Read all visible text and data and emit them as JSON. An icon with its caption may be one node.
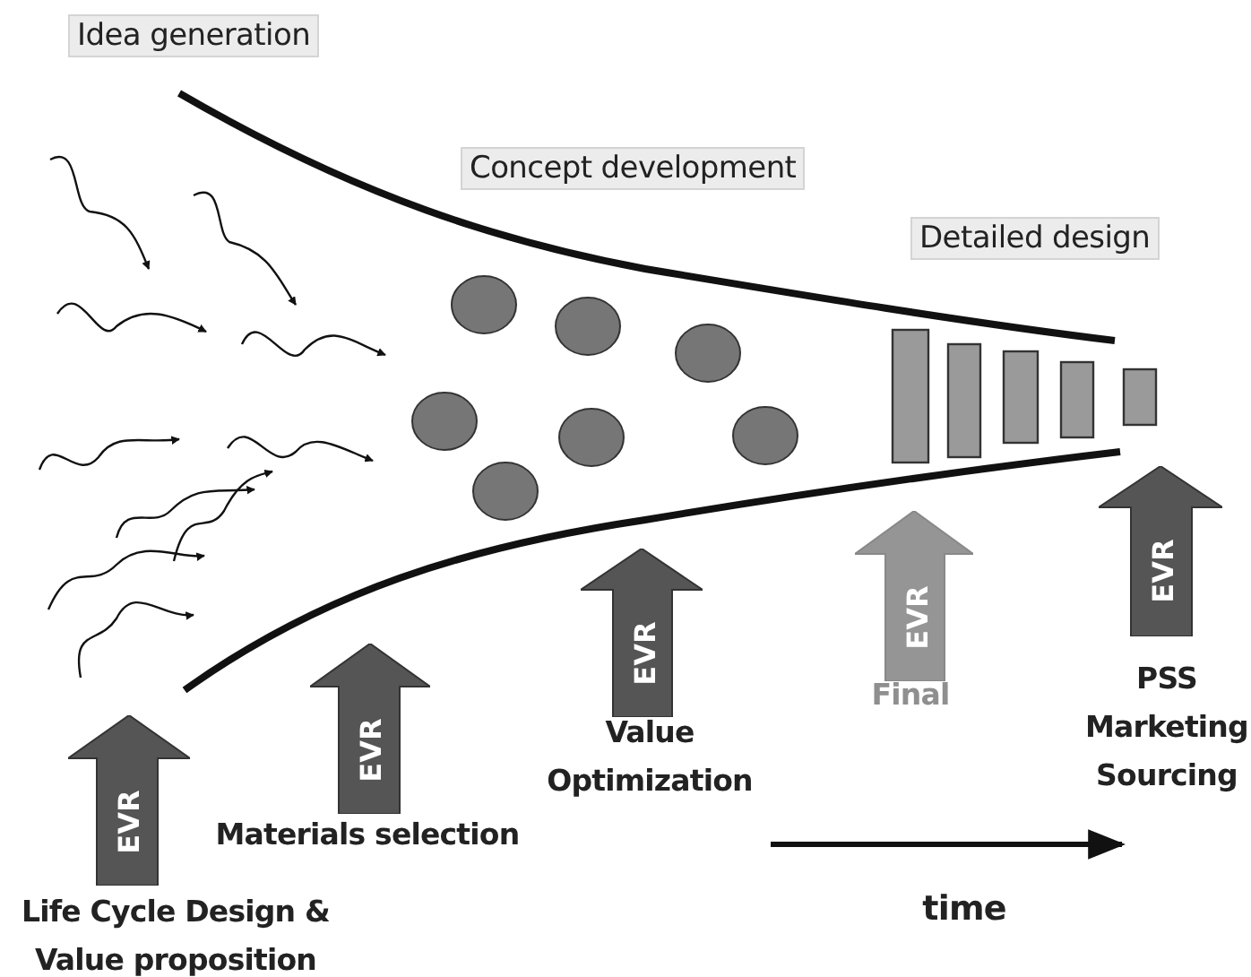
{
  "diagram": {
    "nodes": [
      {
        "text": [
          "Idea generation"
        ]
      },
      {
        "text": [
          "Concept development"
        ]
      },
      {
        "text": [
          "Detailed design"
        ]
      },
      {
        "text": [
          "EVR"
        ],
        "beside": [
          "Life Cycle Design & Value proposition"
        ]
      },
      {
        "text": [
          "EVR"
        ],
        "beside": [
          "Materials selection"
        ]
      },
      {
        "text": [
          "EVR"
        ],
        "beside": [
          "Value Optimization"
        ]
      },
      {
        "text": [
          "EVR"
        ],
        "beside": [
          "Final"
        ]
      },
      {
        "text": [
          "EVR"
        ],
        "beside": [
          "PSS Marketing Sourcing"
        ]
      }
    ],
    "labels": [
      "time"
    ]
  }
}
